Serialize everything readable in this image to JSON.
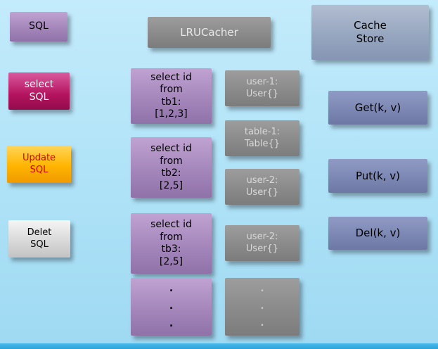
{
  "colors": {
    "background_top": "#c3ebfb",
    "background_bottom": "#9ed9f2",
    "bottom_strip": "#2aa3dc",
    "purple_box": "#a486bb",
    "magenta_box": "#b4135e",
    "orange_box": "#ffb400",
    "silver_box": "#d9d9d9",
    "gray_box": "#8a8a8a",
    "slate_box": "#7c87b3",
    "cache_store_box": "#97a6c0"
  },
  "sql_box": {
    "label": "SQL"
  },
  "sql_variants": [
    {
      "lines": [
        "select",
        "SQL"
      ]
    },
    {
      "lines": [
        "Update",
        "SQL"
      ]
    },
    {
      "lines": [
        "Delet",
        "SQL"
      ]
    }
  ],
  "lru_cacher": {
    "label": "LRUCacher"
  },
  "queries": [
    {
      "lines": [
        "select id",
        "from",
        "tb1:",
        "[1,2,3]"
      ]
    },
    {
      "lines": [
        "select id",
        "from",
        "tb2:",
        "[2,5]"
      ]
    },
    {
      "lines": [
        "select id",
        "from",
        "tb3:",
        "[2,5]"
      ]
    },
    {
      "lines": [
        ".",
        ".",
        "."
      ]
    }
  ],
  "cache_entries": [
    {
      "lines": [
        "user-1:",
        "User{}"
      ]
    },
    {
      "lines": [
        "table-1:",
        "Table{}"
      ]
    },
    {
      "lines": [
        "user-2:",
        "User{}"
      ]
    },
    {
      "lines": [
        "user-2:",
        "User{}"
      ]
    },
    {
      "lines": [
        ".",
        ".",
        "."
      ]
    }
  ],
  "cache_store": {
    "lines": [
      "Cache",
      "Store"
    ]
  },
  "operations": [
    {
      "label": "Get(k, v)"
    },
    {
      "label": "Put(k, v)"
    },
    {
      "label": "Del(k, v)"
    }
  ]
}
